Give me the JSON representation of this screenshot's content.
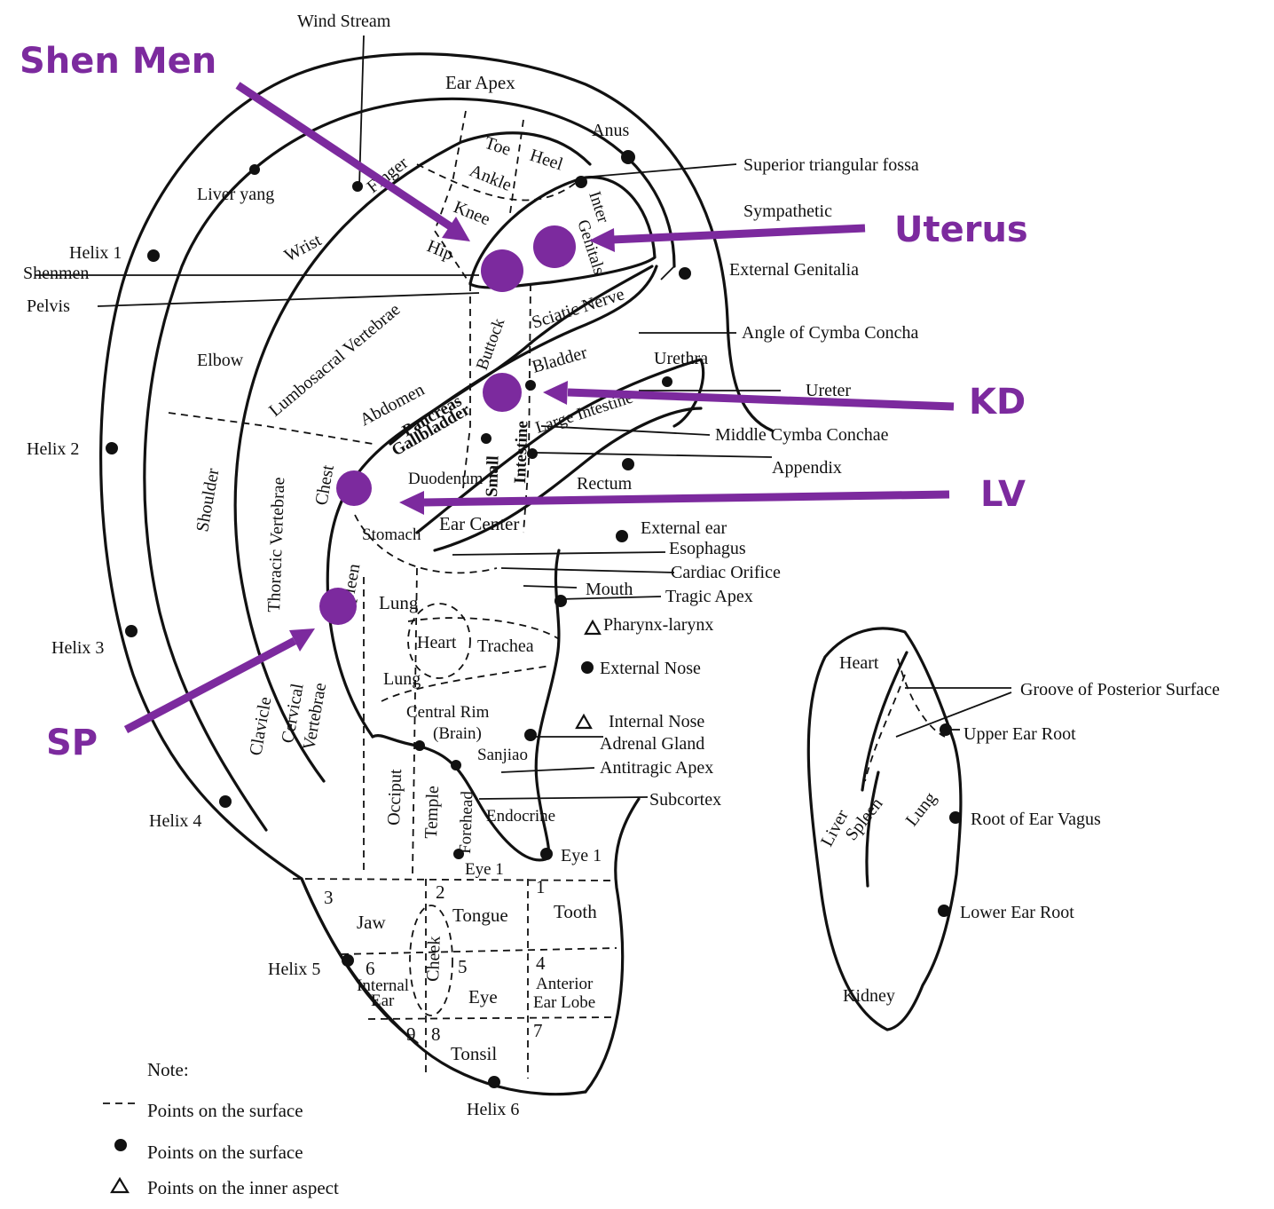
{
  "colors": {
    "accent": "#7c2a9e",
    "ink": "#111111",
    "background": "#ffffff"
  },
  "labels": {
    "wind_stream": "Wind Stream",
    "ear_apex": "Ear Apex",
    "anus": "Anus",
    "superior_triangular_fossa": "Superior triangular fossa",
    "sympathetic": "Sympathetic",
    "external_genitalia": "External Genitalia",
    "angle_cymba_concha": "Angle of Cymba Concha",
    "urethra": "Urethra",
    "ureter": "Ureter",
    "middle_cymba_conchae": "Middle Cymba Conchae",
    "appendix": "Appendix",
    "rectum": "Rectum",
    "external_ear": "External ear",
    "esophagus": "Esophagus",
    "cardiac_orifice": "Cardiac Orifice",
    "mouth": "Mouth",
    "tragic_apex": "Tragic Apex",
    "pharynx_larynx": "Pharynx-larynx",
    "external_nose": "External Nose",
    "internal_nose": "Internal Nose",
    "adrenal_gland": "Adrenal Gland",
    "antitragic_apex": "Antitragic Apex",
    "subcortex": "Subcortex",
    "eye1_right": "Eye 1",
    "liver_yang": "Liver yang",
    "finger": "Finger",
    "toe": "Toe",
    "heel": "Heel",
    "ankle": "Ankle",
    "knee": "Knee",
    "hip": "Hip",
    "wrist": "Wrist",
    "inter": "Inter",
    "genitals": "Genitals",
    "helix1": "Helix 1",
    "shenmen": "Shenmen",
    "pelvis": "Pelvis",
    "lumbosacral": "Lumbosacral Vertebrae",
    "sciatic_nerve": "Sciatic Nerve",
    "buttock": "Buttock",
    "elbow": "Elbow",
    "abdomen": "Abdomen",
    "bladder": "Bladder",
    "pancreas": "Pancreas",
    "gallbladder": "Gallbladder",
    "large_intestine": "Large Intestine",
    "helix2": "Helix 2",
    "shoulder": "Shoulder",
    "thoracic": "Thoracic Vertebrae",
    "chest": "Chest",
    "duodenum": "Duodenum",
    "small": "Small",
    "intestine": "Intestine",
    "stomach": "Stomach",
    "ear_center": "Ear Center",
    "spleen": "Spleen",
    "lung_upper": "Lung",
    "helix3": "Helix 3",
    "heart": "Heart",
    "trachea": "Trachea",
    "lung_lower": "Lung",
    "central_rim": "Central Rim",
    "brain": "(Brain)",
    "sanjiao": "Sanjiao",
    "cervical": "Cervical",
    "vertebrae": "Vertebrae",
    "clavicle": "Clavicle",
    "occiput": "Occiput",
    "temple": "Temple",
    "forehead": "Forehead",
    "endocrine": "Endocrine",
    "eye1_lobe": "Eye 1",
    "helix4": "Helix 4",
    "n3": "3",
    "jaw": "Jaw",
    "n2": "2",
    "tongue": "Tongue",
    "n1": "1",
    "tooth": "Tooth",
    "helix5": "Helix 5",
    "n6": "6",
    "internal": "Internal",
    "ear_word": "Ear",
    "cheek": "Cheek",
    "n5": "5",
    "eye_lobe": "Eye",
    "n4": "4",
    "anterior": "Anterior",
    "ear_lobe": "Ear Lobe",
    "n9": "9",
    "n8": "8",
    "tonsil": "Tonsil",
    "n7": "7",
    "helix6": "Helix 6"
  },
  "posterior": {
    "heart": "Heart",
    "groove": "Groove of Posterior Surface",
    "upper_root": "Upper Ear Root",
    "liver": "Liver",
    "spleen": "Spleen",
    "lung": "Lung",
    "vagus": "Root of Ear Vagus",
    "lower_root": "Lower Ear Root",
    "kidney": "Kidney"
  },
  "legend": {
    "title": "Note:",
    "dashed": "Points on the surface",
    "dot": "Points on the surface",
    "triangle": "Points on the inner aspect"
  },
  "annotations": {
    "shen_men": "Shen Men",
    "uterus": "Uterus",
    "kd": "KD",
    "lv": "LV",
    "sp": "SP"
  }
}
